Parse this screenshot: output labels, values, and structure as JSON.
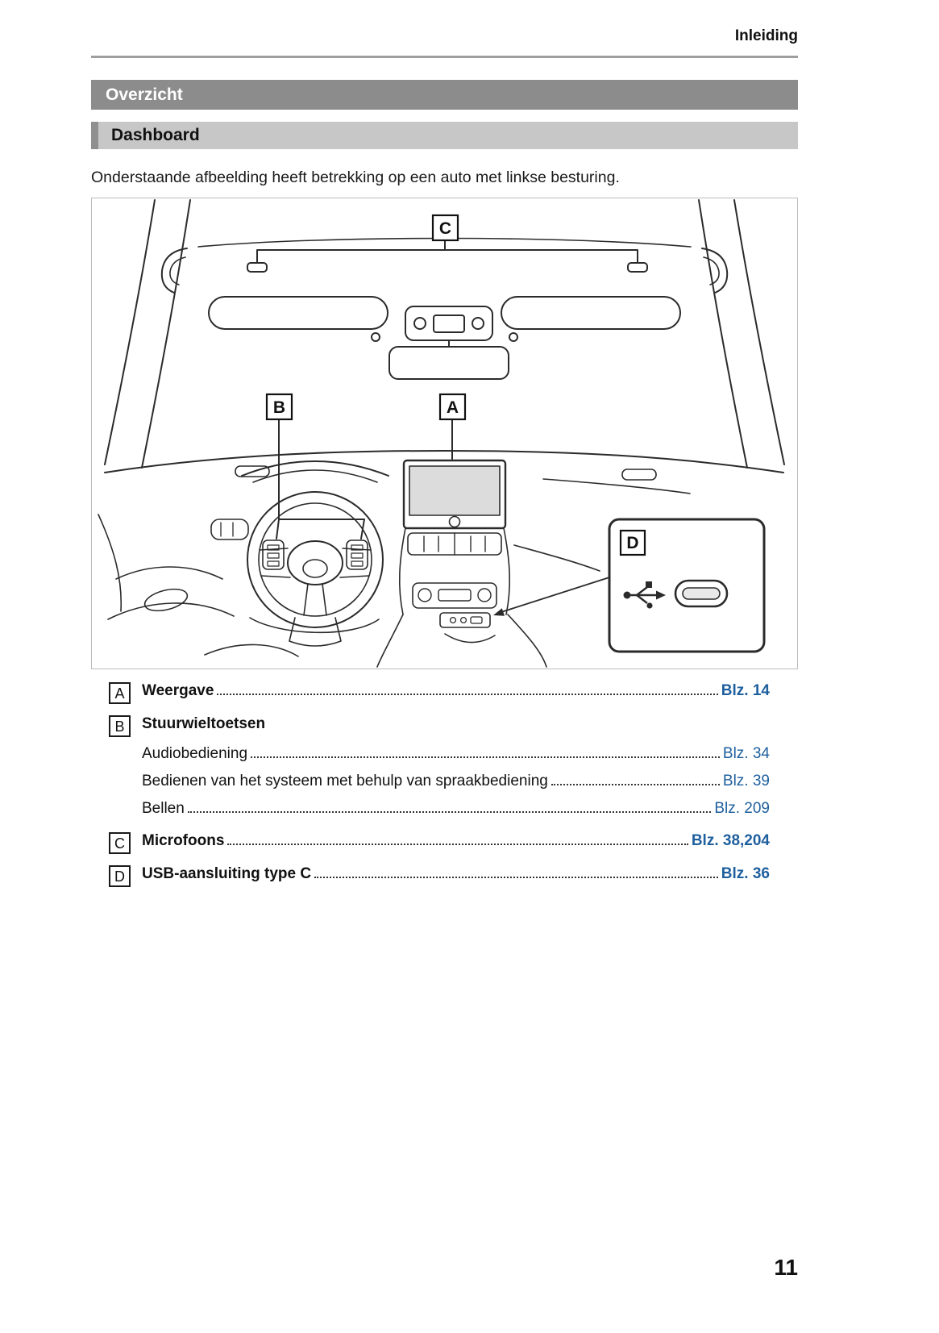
{
  "header": {
    "title": "Inleiding"
  },
  "banners": {
    "section": "Overzicht",
    "subsection": "Dashboard"
  },
  "intro": "Onderstaande afbeelding heeft betrekking op een auto met linkse besturing.",
  "diagram": {
    "label_a": "A",
    "label_b": "B",
    "label_c": "C",
    "label_d": "D",
    "icons": [
      "microphone",
      "rearview-mirror",
      "steering-wheel",
      "display-screen",
      "usb-c-port",
      "usb-icon"
    ]
  },
  "legend": [
    {
      "key": "A",
      "title": "Weergave",
      "page": "Blz. 14"
    },
    {
      "key": "B",
      "title": "Stuurwieltoetsen",
      "page": "",
      "subitems": [
        {
          "title": "Audiobediening",
          "page": "Blz. 34"
        },
        {
          "title": "Bedienen van het systeem met behulp van spraakbediening",
          "page": "Blz. 39"
        },
        {
          "title": "Bellen",
          "page": "Blz. 209"
        }
      ]
    },
    {
      "key": "C",
      "title": "Microfoons",
      "page": "Blz. 38,204"
    },
    {
      "key": "D",
      "title": "USB-aansluiting type C",
      "page": "Blz. 36"
    }
  ],
  "page_number": "11",
  "colors": {
    "link_blue": "#1e5f9e",
    "section_banner": "#8c8c8c",
    "subsection_banner": "#c7c7c7"
  }
}
